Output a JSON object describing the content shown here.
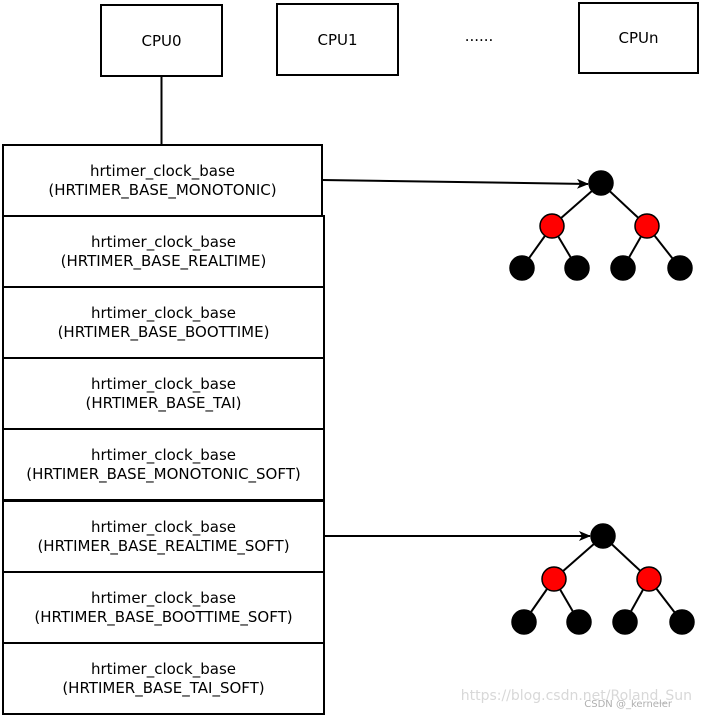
{
  "cpus": [
    {
      "label": "CPU0"
    },
    {
      "label": "CPU1"
    },
    {
      "label": "CPUn"
    }
  ],
  "ellipsis": "......",
  "clock_bases": [
    {
      "title": "hrtimer_clock_base",
      "id": "(HRTIMER_BASE_MONOTONIC)"
    },
    {
      "title": "hrtimer_clock_base",
      "id": "(HRTIMER_BASE_REALTIME)"
    },
    {
      "title": "hrtimer_clock_base",
      "id": "(HRTIMER_BASE_BOOTTIME)"
    },
    {
      "title": "hrtimer_clock_base",
      "id": "(HRTIMER_BASE_TAI)"
    },
    {
      "title": "hrtimer_clock_base",
      "id": "(HRTIMER_BASE_MONOTONIC_SOFT)"
    },
    {
      "title": "hrtimer_clock_base",
      "id": "(HRTIMER_BASE_REALTIME_SOFT)"
    },
    {
      "title": "hrtimer_clock_base",
      "id": "(HRTIMER_BASE_BOOTTIME_SOFT)"
    },
    {
      "title": "hrtimer_clock_base",
      "id": "(HRTIMER_BASE_TAI_SOFT)"
    }
  ],
  "tree_node_colors": {
    "black": "#000000",
    "red": "#ff0000"
  },
  "watermark": {
    "text": "https://blog.csdn.net/Roland_Sun",
    "credit": "CSDN @_kerneler"
  }
}
